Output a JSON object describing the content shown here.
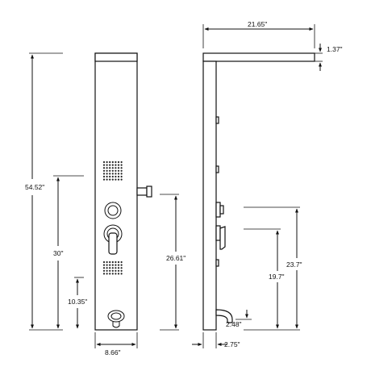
{
  "dimensions": {
    "overall_height": "54.52\"",
    "mid_height": "30\"",
    "low_height": "10.35\"",
    "panel_width_front": "8.66\"",
    "nozzle_height": "26.61\"",
    "top_arm_length": "21.65\"",
    "top_arm_thickness": "1.37\"",
    "handle_height": "23.7\"",
    "valve_height": "19.7\"",
    "spout_height": "2.48\"",
    "panel_depth_side": "2.75\""
  }
}
